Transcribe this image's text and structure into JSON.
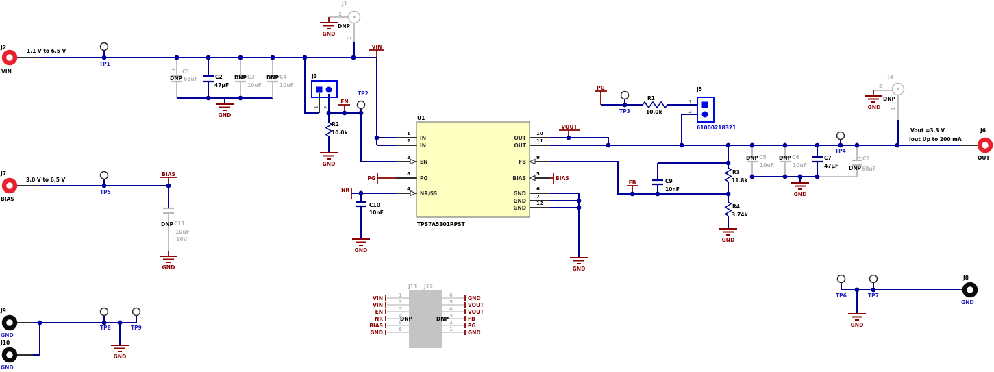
{
  "nets": {
    "vin": "VIN",
    "en": "EN",
    "pg": "PG",
    "nr": "NR",
    "vout": "VOUT",
    "fb": "FB",
    "bias": "BIAS",
    "gnd": "GND"
  },
  "notes": {
    "input_range": "1.1 V to 6.5 V",
    "bias_range": "3.0 V to 6.5 V",
    "vout": "Vout =3.3 V",
    "iout": "Iout Up to 200 mA"
  },
  "connectors": {
    "j1": {
      "ref": "J1",
      "pin1": "1",
      "pin2": "2",
      "dnp": "DNP"
    },
    "j2": {
      "ref": "J2",
      "net": "VIN"
    },
    "j3": {
      "ref": "J3",
      "pin1": "1",
      "pin2": "2"
    },
    "j4": {
      "ref": "J4",
      "pin1": "1",
      "pin2": "2",
      "dnp": "DNP"
    },
    "j5": {
      "ref": "J5",
      "pin1": "1",
      "pin2": "2",
      "part_number": "61000218321"
    },
    "j6": {
      "ref": "J6",
      "net": "OUT"
    },
    "j7": {
      "ref": "J7",
      "net": "BIAS"
    },
    "j8": {
      "ref": "J8",
      "net": "GND"
    },
    "j9": {
      "ref": "J9",
      "net": "GND"
    },
    "j10": {
      "ref": "J10",
      "net": "GND"
    },
    "j11": {
      "ref": "J11",
      "dnp": "DNP"
    },
    "j12": {
      "ref": "J12",
      "dnp": "DNP"
    }
  },
  "header": {
    "left_numbers": [
      "1",
      "2",
      "3",
      "4",
      "5",
      "6"
    ],
    "left_labels": [
      "VIN",
      "VIN",
      "EN",
      "NR",
      "BIAS",
      "GND"
    ],
    "right_numbers": [
      "6",
      "5",
      "4",
      "3",
      "2",
      "1"
    ],
    "right_labels": [
      "GND",
      "VOUT",
      "VOUT",
      "FB",
      "PG",
      "GND"
    ]
  },
  "ic": {
    "ref": "U1",
    "part": "TPS7A5301RPST",
    "left_pins": [
      {
        "num": "1",
        "name": "IN"
      },
      {
        "num": "2",
        "name": "IN"
      },
      {
        "num": "3",
        "name": "EN"
      },
      {
        "num": "8",
        "name": "PG"
      },
      {
        "num": "4",
        "name": "NR/SS"
      }
    ],
    "right_pins": [
      {
        "num": "10",
        "name": "OUT"
      },
      {
        "num": "11",
        "name": "OUT"
      },
      {
        "num": "9",
        "name": "FB"
      },
      {
        "num": "5",
        "name": "BIAS"
      },
      {
        "num": "6",
        "name": "GND"
      },
      {
        "num": "7",
        "name": "GND"
      },
      {
        "num": "12",
        "name": "GND"
      }
    ]
  },
  "capacitors": {
    "c1": {
      "ref": "C1",
      "value": "68uF",
      "dnp": "DNP",
      "polarity": "+"
    },
    "c2": {
      "ref": "C2",
      "value": "47µF"
    },
    "c3": {
      "ref": "C3",
      "value": "10uF",
      "dnp": "DNP"
    },
    "c4": {
      "ref": "C4",
      "value": "10uF",
      "dnp": "DNP"
    },
    "c5": {
      "ref": "C5",
      "value": "10uF",
      "dnp": "DNP"
    },
    "c6": {
      "ref": "C6",
      "value": "10uF",
      "dnp": "DNP"
    },
    "c7": {
      "ref": "C7",
      "value": "47µF"
    },
    "c8": {
      "ref": "C8",
      "value": "68uF",
      "dnp": "DNP",
      "polarity": "+"
    },
    "c9": {
      "ref": "C9",
      "value": "10nF"
    },
    "c10": {
      "ref": "C10",
      "value": "10nF"
    },
    "c11": {
      "ref": "C11",
      "value": "10uF",
      "rating": "16V",
      "dnp": "DNP"
    }
  },
  "resistors": {
    "r1": {
      "ref": "R1",
      "value": "10.0k"
    },
    "r2": {
      "ref": "R2",
      "value": "10.0k"
    },
    "r3": {
      "ref": "R3",
      "value": "11.8k"
    },
    "r4": {
      "ref": "R4",
      "value": "3.74k"
    }
  },
  "test_points": {
    "tp1": "TP1",
    "tp2": "TP2",
    "tp3": "TP3",
    "tp4": "TP4",
    "tp5": "TP5",
    "tp6": "TP6",
    "tp7": "TP7",
    "tp8": "TP8",
    "tp9": "TP9"
  },
  "colors": {
    "wire": "#000096",
    "net_label": "#8b0000",
    "test_point_label": "#1f1fbe",
    "dnp_gray": "#b4b4b4",
    "connector_red": "#e8212e",
    "ic_fill": "#ffffc2",
    "part_number_blue": "#0000cd"
  }
}
